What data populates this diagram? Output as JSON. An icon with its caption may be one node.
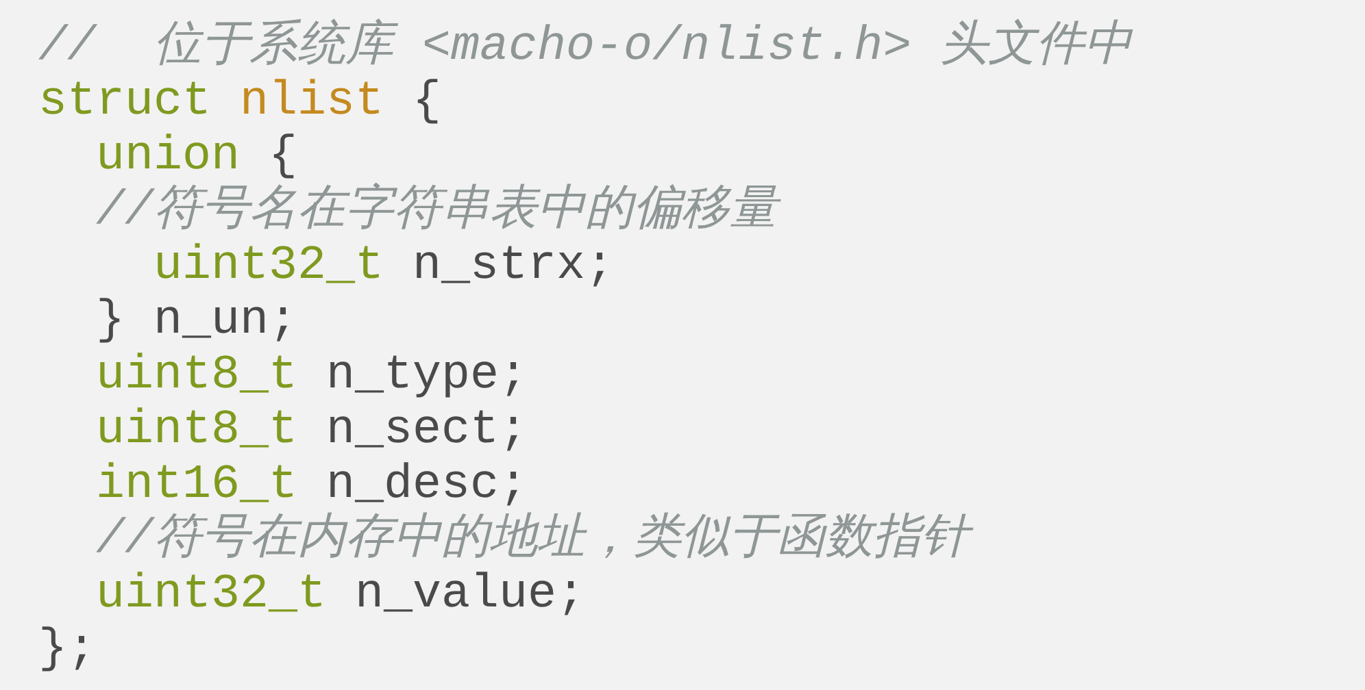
{
  "diagram": {
    "labels": [
      "//  位于系统库 <macho-o/nlist.h> 头文件中",
      "struct",
      "nlist",
      "{",
      "union",
      "{",
      "//符号名在字符串表中的偏移量",
      "uint32_t",
      "n_strx;",
      "} n_un;",
      "uint8_t",
      "n_type;",
      "uint8_t",
      "n_sect;",
      "int16_t",
      "n_desc;",
      "//符号在内存中的地址，类似于函数指针",
      "uint32_t",
      "n_value;",
      "};"
    ]
  }
}
